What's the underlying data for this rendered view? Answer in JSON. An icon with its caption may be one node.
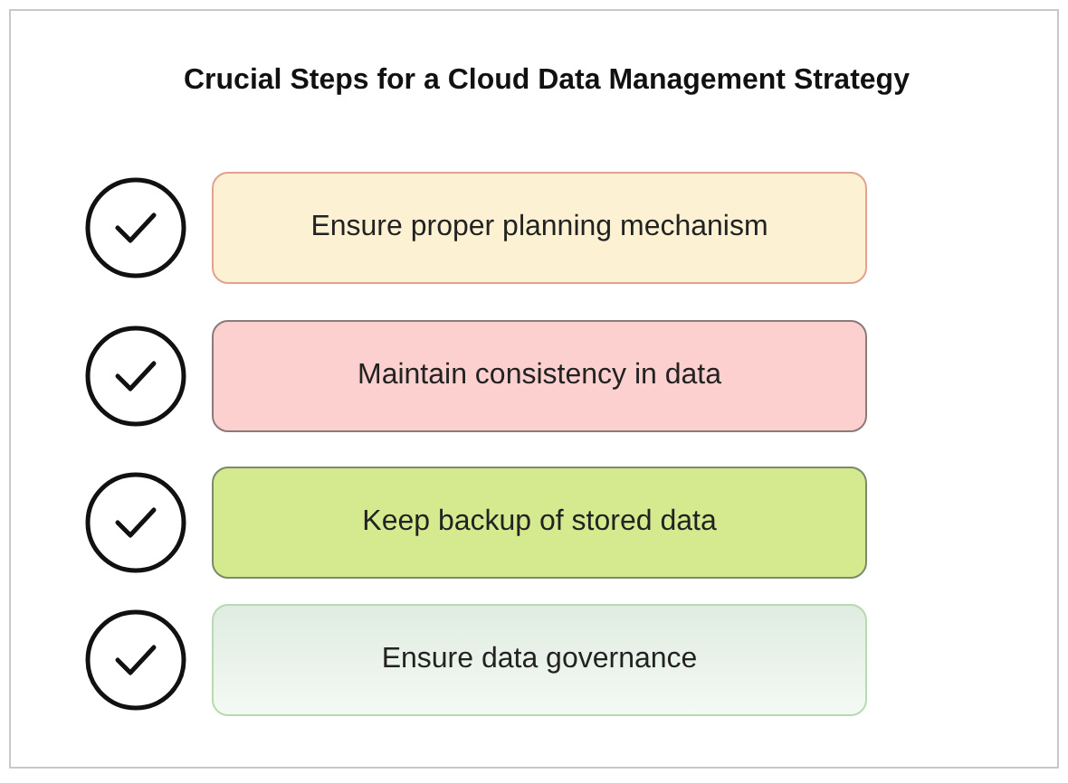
{
  "diagram": {
    "title": "Crucial Steps for a Cloud Data Management Strategy",
    "nodes": [
      {
        "text": [
          "Ensure proper planning mechanism"
        ]
      },
      {
        "text": [
          "Maintain consistency in data"
        ]
      },
      {
        "text": [
          "Keep backup of stored data"
        ]
      },
      {
        "text": [
          "Ensure data governance"
        ]
      }
    ],
    "edges": []
  }
}
